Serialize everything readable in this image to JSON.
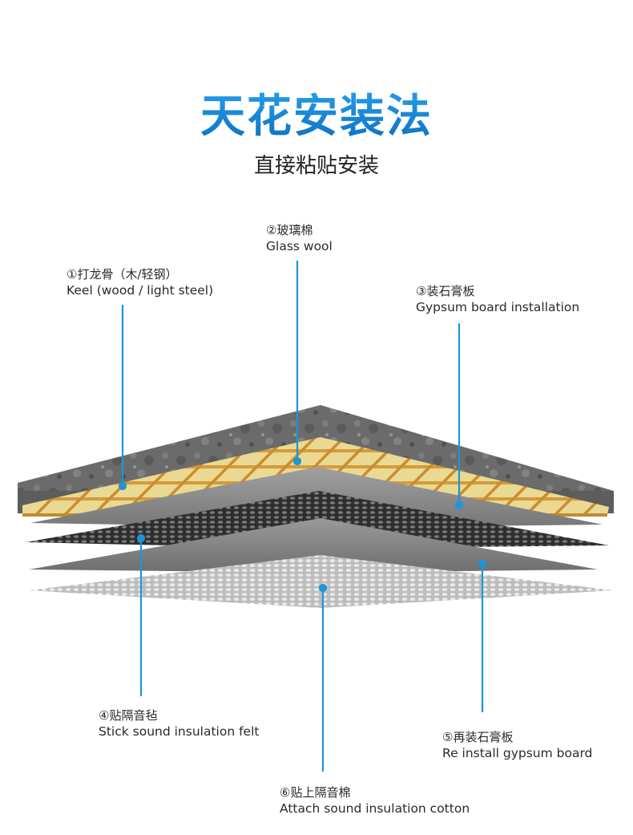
{
  "title": "天花安装法",
  "subtitle": "直接粘贴安装",
  "colors": {
    "title_blue": "#1a8fd8",
    "pointer_line": "#1c95d9",
    "concrete": "#6d6d6d",
    "wood_keel": "#d8a040",
    "glass_wool": "#e6d890",
    "gypsum_board": "#8a8a8a",
    "felt_dark": "#3a3a3a",
    "insulation_cotton": "#cfcfcf"
  },
  "labels": [
    {
      "id": "keel",
      "cn": "①打龙骨（木/轻钢）",
      "en": "Keel (wood / light steel)"
    },
    {
      "id": "glass-wool",
      "cn": "②玻璃棉",
      "en": "Glass wool"
    },
    {
      "id": "gypsum",
      "cn": "③装石膏板",
      "en": "Gypsum board installation"
    },
    {
      "id": "felt",
      "cn": "④贴隔音毡",
      "en": "Stick sound insulation felt"
    },
    {
      "id": "reinstall-gypsum",
      "cn": "⑤再装石膏板",
      "en": "Re install gypsum board"
    },
    {
      "id": "cotton",
      "cn": "⑥贴上隔音棉",
      "en": "Attach sound insulation cotton"
    }
  ]
}
